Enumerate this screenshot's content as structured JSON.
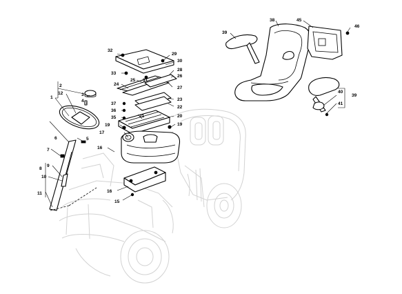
{
  "callouts": [
    {
      "num": "1"
    },
    {
      "num": "2"
    },
    {
      "num": "3"
    },
    {
      "num": "4"
    },
    {
      "num": "5"
    },
    {
      "num": "6"
    },
    {
      "num": "7"
    },
    {
      "num": "8"
    },
    {
      "num": "9"
    },
    {
      "num": "10"
    },
    {
      "num": "11"
    },
    {
      "num": "12"
    },
    {
      "num": "15"
    },
    {
      "num": "16"
    },
    {
      "num": "16"
    },
    {
      "num": "17"
    },
    {
      "num": "19"
    },
    {
      "num": "19"
    },
    {
      "num": "20"
    },
    {
      "num": "21"
    },
    {
      "num": "22"
    },
    {
      "num": "23"
    },
    {
      "num": "24"
    },
    {
      "num": "25"
    },
    {
      "num": "26"
    },
    {
      "num": "27"
    },
    {
      "num": "28"
    },
    {
      "num": "29"
    },
    {
      "num": "30"
    },
    {
      "num": "31"
    },
    {
      "num": "32"
    },
    {
      "num": "33"
    },
    {
      "num": "35"
    },
    {
      "num": "36"
    },
    {
      "num": "37"
    },
    {
      "num": "38"
    },
    {
      "num": "39"
    },
    {
      "num": "39"
    },
    {
      "num": "40"
    },
    {
      "num": "41"
    },
    {
      "num": "45"
    },
    {
      "num": "46"
    }
  ]
}
